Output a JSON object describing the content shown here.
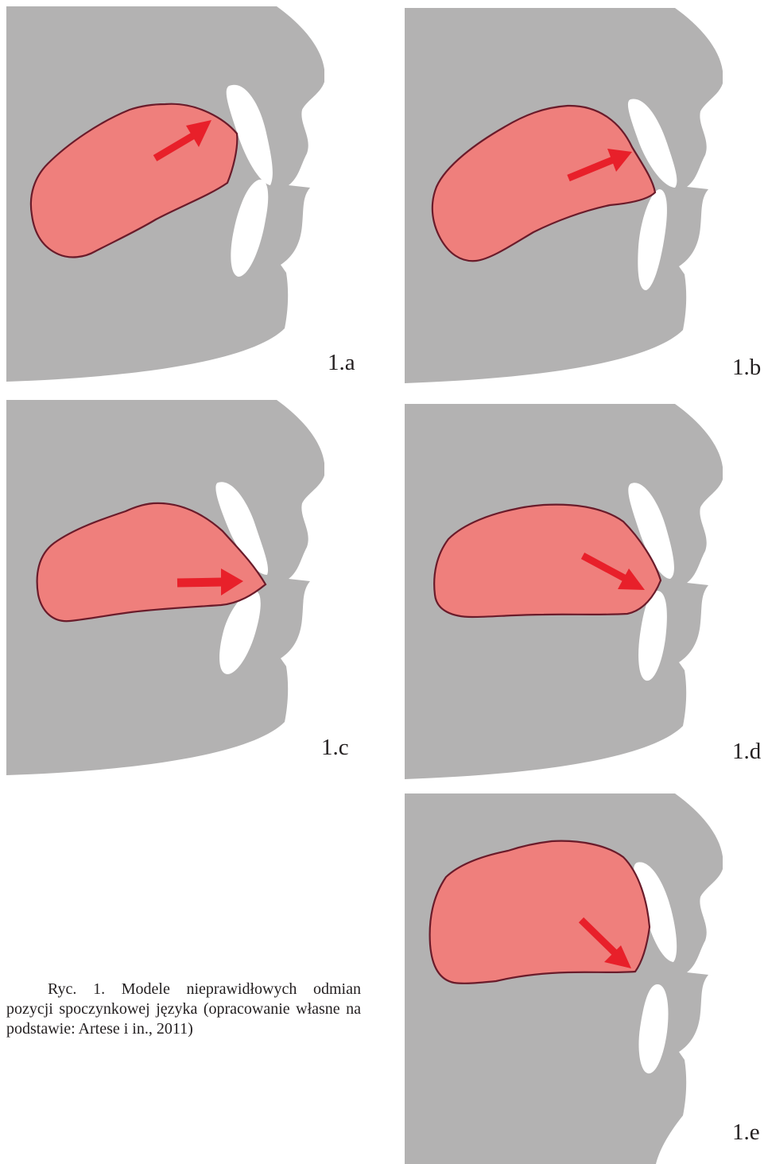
{
  "colors": {
    "head": "#b3b2b2",
    "teeth": "#ffffff",
    "tongue_fill": "#ef7f7c",
    "tongue_stroke": "#6a1b2a",
    "arrow": "#e8202a",
    "text": "#231f20"
  },
  "panels": [
    {
      "id": "a",
      "label": "1.a"
    },
    {
      "id": "b",
      "label": "1.b"
    },
    {
      "id": "c",
      "label": "1.c"
    },
    {
      "id": "d",
      "label": "1.d"
    },
    {
      "id": "e",
      "label": "1.e"
    }
  ],
  "caption": "Ryc. 1. Modele nieprawidłowych odmian pozycji spoczynkowej języka (opracowanie własne na podstawie: Artese i in., 2011)"
}
